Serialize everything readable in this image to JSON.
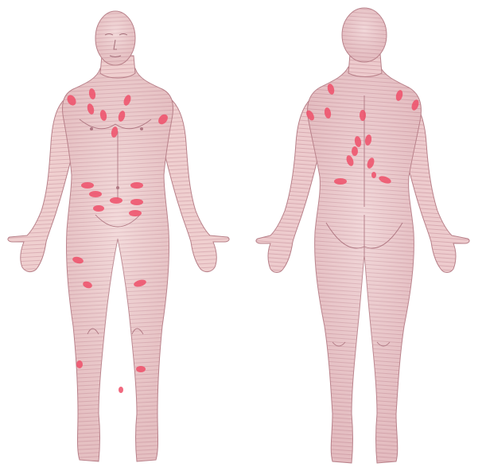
{
  "figures": [
    {
      "view": "front",
      "icon": "human-body-front"
    },
    {
      "view": "back",
      "icon": "human-body-back"
    }
  ],
  "colors": {
    "background": "#ffffff",
    "skin": "#efcfcf",
    "skin_shade": "#e2b2b4",
    "contour_lines": "#c98e9a",
    "outline": "#b88089",
    "marker": "#ee4f68"
  },
  "markers": {
    "front_count": 21,
    "back_count": 14,
    "shape": "ellipse"
  }
}
